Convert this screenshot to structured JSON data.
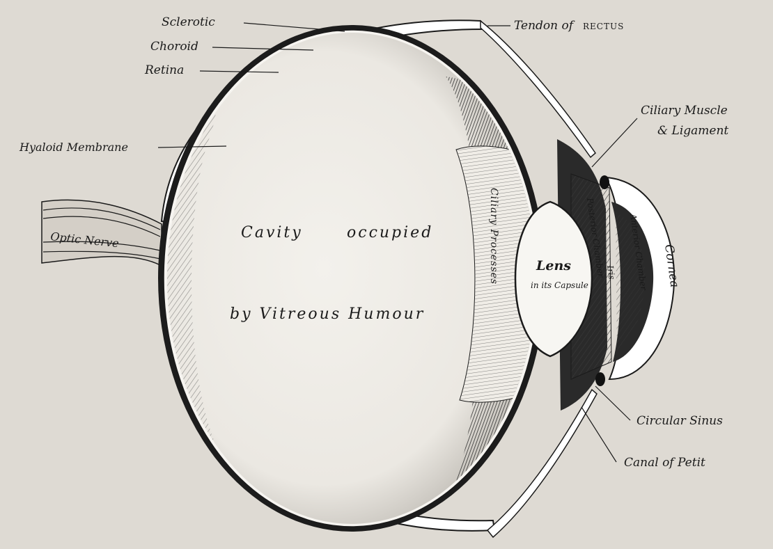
{
  "labels": {
    "sclerotic": "Sclerotic",
    "choroid": "Choroid",
    "retina": "Retina",
    "hyaloid_membrane": "Hyaloid Membrane",
    "optic_nerve": "Optic Nerve",
    "tendon_of": "Tendon of",
    "rectus": "RECTUS",
    "ciliary_muscle_line1": "Ciliary Muscle",
    "ciliary_muscle_line2": "& Ligament",
    "cavity_line1_a": "Cavity",
    "cavity_line1_b": "occupied",
    "cavity_line2": "by Vitreous Humour",
    "ciliary_processes": "Ciliary Processes",
    "lens": "Lens",
    "lens_capsule": "in its Capsule",
    "cornea": "Cornea",
    "anterior_chamber": "Anterior Chamber",
    "iris": "Iris",
    "posterior_chamber": "Posterior Chamber",
    "circular_sinus": "Circular Sinus",
    "canal_of_petit": "Canal of Petit"
  },
  "colors": {
    "paper": "#dedad3",
    "ink": "#1a1a1a",
    "vitreous": "#ebe8e2"
  }
}
